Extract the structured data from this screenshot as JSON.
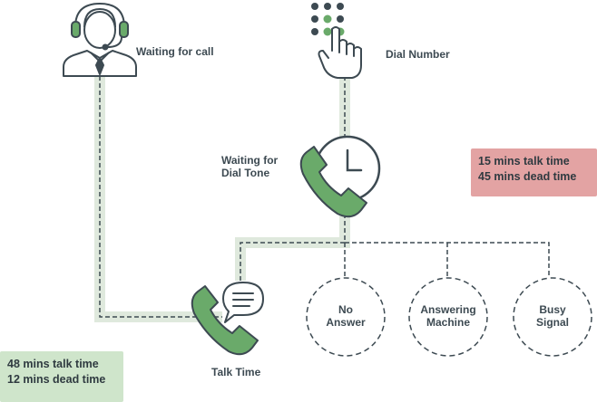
{
  "labels": {
    "waiting_for_call": "Waiting for call",
    "dial_number": "Dial Number",
    "waiting_dial_tone_1": "Waiting for",
    "waiting_dial_tone_2": "Dial Tone",
    "talk_time": "Talk Time"
  },
  "outcomes": [
    {
      "line1": "No",
      "line2": "Answer"
    },
    {
      "line1": "Answering",
      "line2": "Machine"
    },
    {
      "line1": "Busy",
      "line2": "Signal"
    }
  ],
  "stats_red": {
    "line1": "15 mins talk time",
    "line2": "45 mins dead time"
  },
  "stats_green": {
    "line1": "48 mins talk time",
    "line2": "12 mins dead time"
  },
  "colors": {
    "accent_green": "#6aaa6a",
    "dark": "#3d4a52",
    "path_light": "#dfe9dd",
    "red_box": "#e3a3a3",
    "green_box": "#cfe5cb"
  },
  "icons": [
    "headset-agent-icon",
    "keypad-hand-icon",
    "phone-clock-icon",
    "phone-chat-icon"
  ]
}
